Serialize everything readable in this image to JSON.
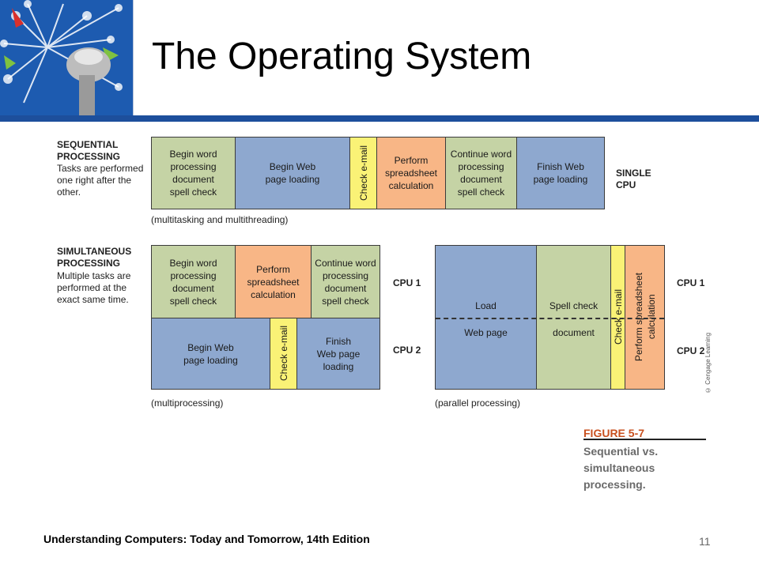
{
  "slide": {
    "title": "The Operating System",
    "footer": "Understanding Computers: Today and Tomorrow, 14th Edition",
    "page_number": "11"
  },
  "sequential": {
    "heading": "SEQUENTIAL\nPROCESSING",
    "description": "Tasks are performed\none right after the\nother.",
    "blocks": [
      {
        "label": "Begin word\nprocessing\ndocument\nspell check",
        "color": "#c5d3a5"
      },
      {
        "label": "Begin Web\npage loading",
        "color": "#8ea8cf"
      },
      {
        "label": "Check e-mail",
        "color": "#faf276"
      },
      {
        "label": "Perform\nspreadsheet\ncalculation",
        "color": "#f8b686"
      },
      {
        "label": "Continue word\nprocessing\ndocument\nspell check",
        "color": "#c5d3a5"
      },
      {
        "label": "Finish Web\npage loading",
        "color": "#8ea8cf"
      }
    ],
    "cpu_label": "SINGLE\nCPU",
    "caption": "(multitasking and multithreading)"
  },
  "simultaneous": {
    "heading": "SIMULTANEOUS\nPROCESSING",
    "description": "Multiple tasks are\nperformed at the\nexact same time.",
    "multi": {
      "cpu1_blocks": [
        {
          "label": "Begin word\nprocessing\ndocument\nspell check",
          "color": "#c5d3a5"
        },
        {
          "label": "Perform\nspreadsheet\ncalculation",
          "color": "#f8b686"
        },
        {
          "label": "Continue word\nprocessing\ndocument\nspell check",
          "color": "#c5d3a5"
        }
      ],
      "cpu2_blocks": [
        {
          "label": "Begin Web\npage loading",
          "color": "#8ea8cf"
        },
        {
          "label": "Check e-mail",
          "color": "#faf276"
        },
        {
          "label": "Finish\nWeb page\nloading",
          "color": "#8ea8cf"
        }
      ],
      "cpu1_label": "CPU 1",
      "cpu2_label": "CPU 2",
      "caption": "(multiprocessing)"
    },
    "parallel": {
      "blocks": [
        {
          "top": "Load",
          "bottom": "Web page",
          "color": "#8ea8cf"
        },
        {
          "top": "Spell check",
          "bottom": "document",
          "color": "#c5d3a5"
        },
        {
          "label": "Check e-mail",
          "color": "#faf276"
        },
        {
          "label": "Perform spreadsheet\ncalculation",
          "color": "#f8b686"
        }
      ],
      "cpu1_label": "CPU 1",
      "cpu2_label": "CPU 2",
      "caption": "(parallel processing)"
    }
  },
  "figure": {
    "label": "FIGURE 5-7",
    "description": "Sequential vs.\nsimultaneous\nprocessing.",
    "credit": "© Cengage Learning"
  }
}
